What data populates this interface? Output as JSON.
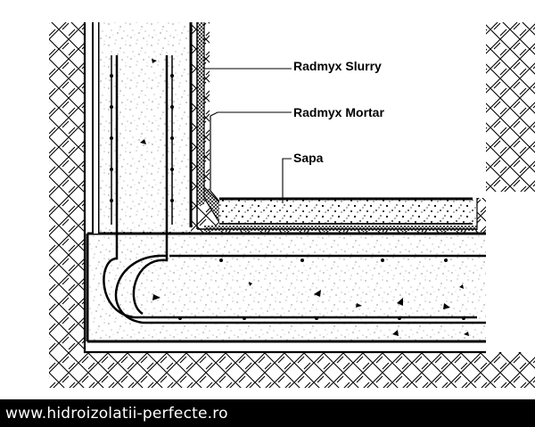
{
  "labels": {
    "slurry": "Radmyx Slurry",
    "mortar": "Radmyx Mortar",
    "screed": "Sapa"
  },
  "footer": {
    "url": "www.hidroizolatii-perfecte.ro"
  },
  "colors": {
    "line": "#000000",
    "background": "#ffffff",
    "footer_background": "#000000",
    "footer_text": "#ffffff"
  }
}
